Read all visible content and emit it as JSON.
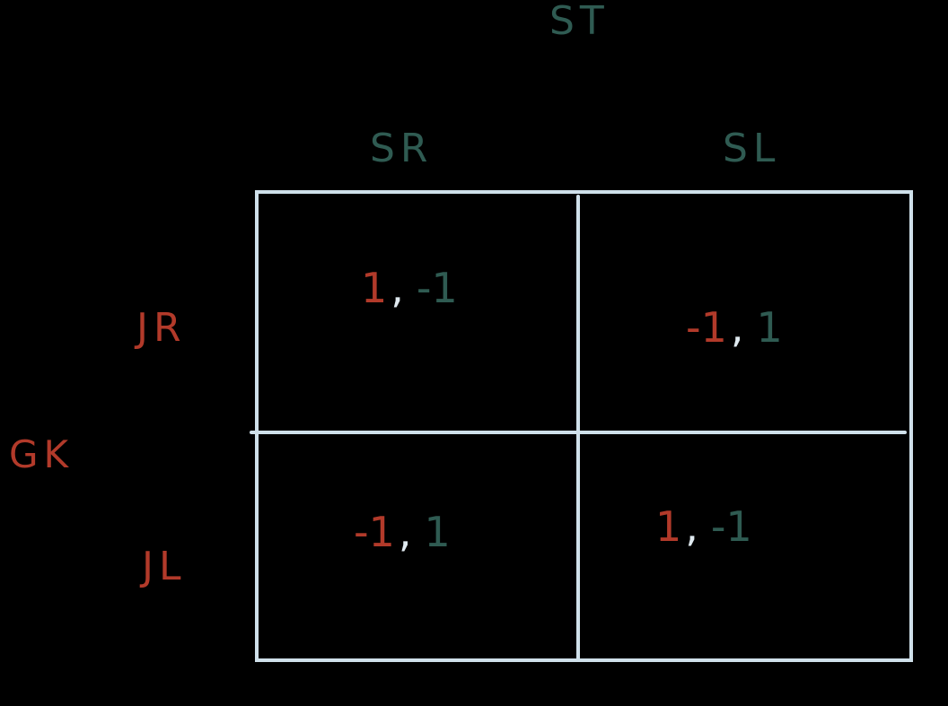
{
  "colors": {
    "background": "#000000",
    "grid": "#cfe0ea",
    "row_player": "#b23a2a",
    "col_player": "#2f5b52",
    "comma": "#dfe9ef"
  },
  "column_player": "ST",
  "columns": [
    "SR",
    "SL"
  ],
  "row_player": "GK",
  "rows": [
    "JR",
    "JL"
  ],
  "payoffs": [
    [
      {
        "gk": "1",
        "st": "-1"
      },
      {
        "gk": "-1",
        "st": "1"
      }
    ],
    [
      {
        "gk": "-1",
        "st": "1"
      },
      {
        "gk": "1",
        "st": "-1"
      }
    ]
  ],
  "separator": ","
}
